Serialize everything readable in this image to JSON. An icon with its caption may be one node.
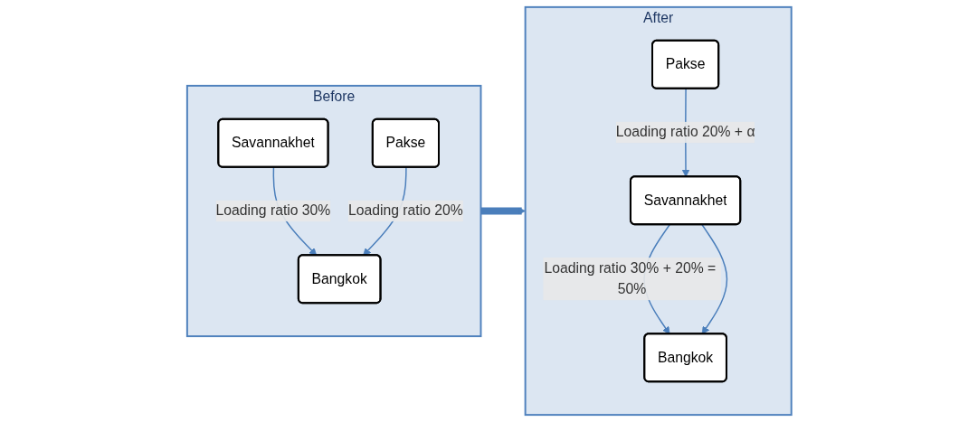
{
  "diagram": {
    "nodes": [
      {
        "text": [
          "Before"
        ]
      },
      {
        "text": [
          "Savannakhet"
        ],
        "in": 0
      },
      {
        "text": [
          "Bangkok"
        ],
        "in": 0
      },
      {
        "text": [
          "Pakse"
        ],
        "in": 0
      },
      {
        "text": [
          "After"
        ]
      },
      {
        "text": [
          "Savannakhet"
        ],
        "in": 4
      },
      {
        "text": [
          "Bangkok"
        ],
        "in": 4
      },
      {
        "text": [
          "Pakse"
        ],
        "in": 4
      }
    ],
    "edges": [
      {
        "from": 0,
        "to": 4,
        "arrow": "to",
        "style": "thick"
      },
      {
        "from": 1,
        "to": 2,
        "arrow": "to",
        "label": "Loading ratio 30%"
      },
      {
        "from": 3,
        "to": 2,
        "arrow": "to",
        "label": "Loading ratio 20%"
      },
      {
        "from": 5,
        "to": 6,
        "arrow": "to",
        "label": "Loading ratio 30% + 20% = 50%"
      },
      {
        "from": 5,
        "to": 6,
        "arrow": "to"
      },
      {
        "from": 7,
        "to": 5,
        "arrow": "to",
        "label": "Loading ratio 20% + α"
      }
    ]
  }
}
